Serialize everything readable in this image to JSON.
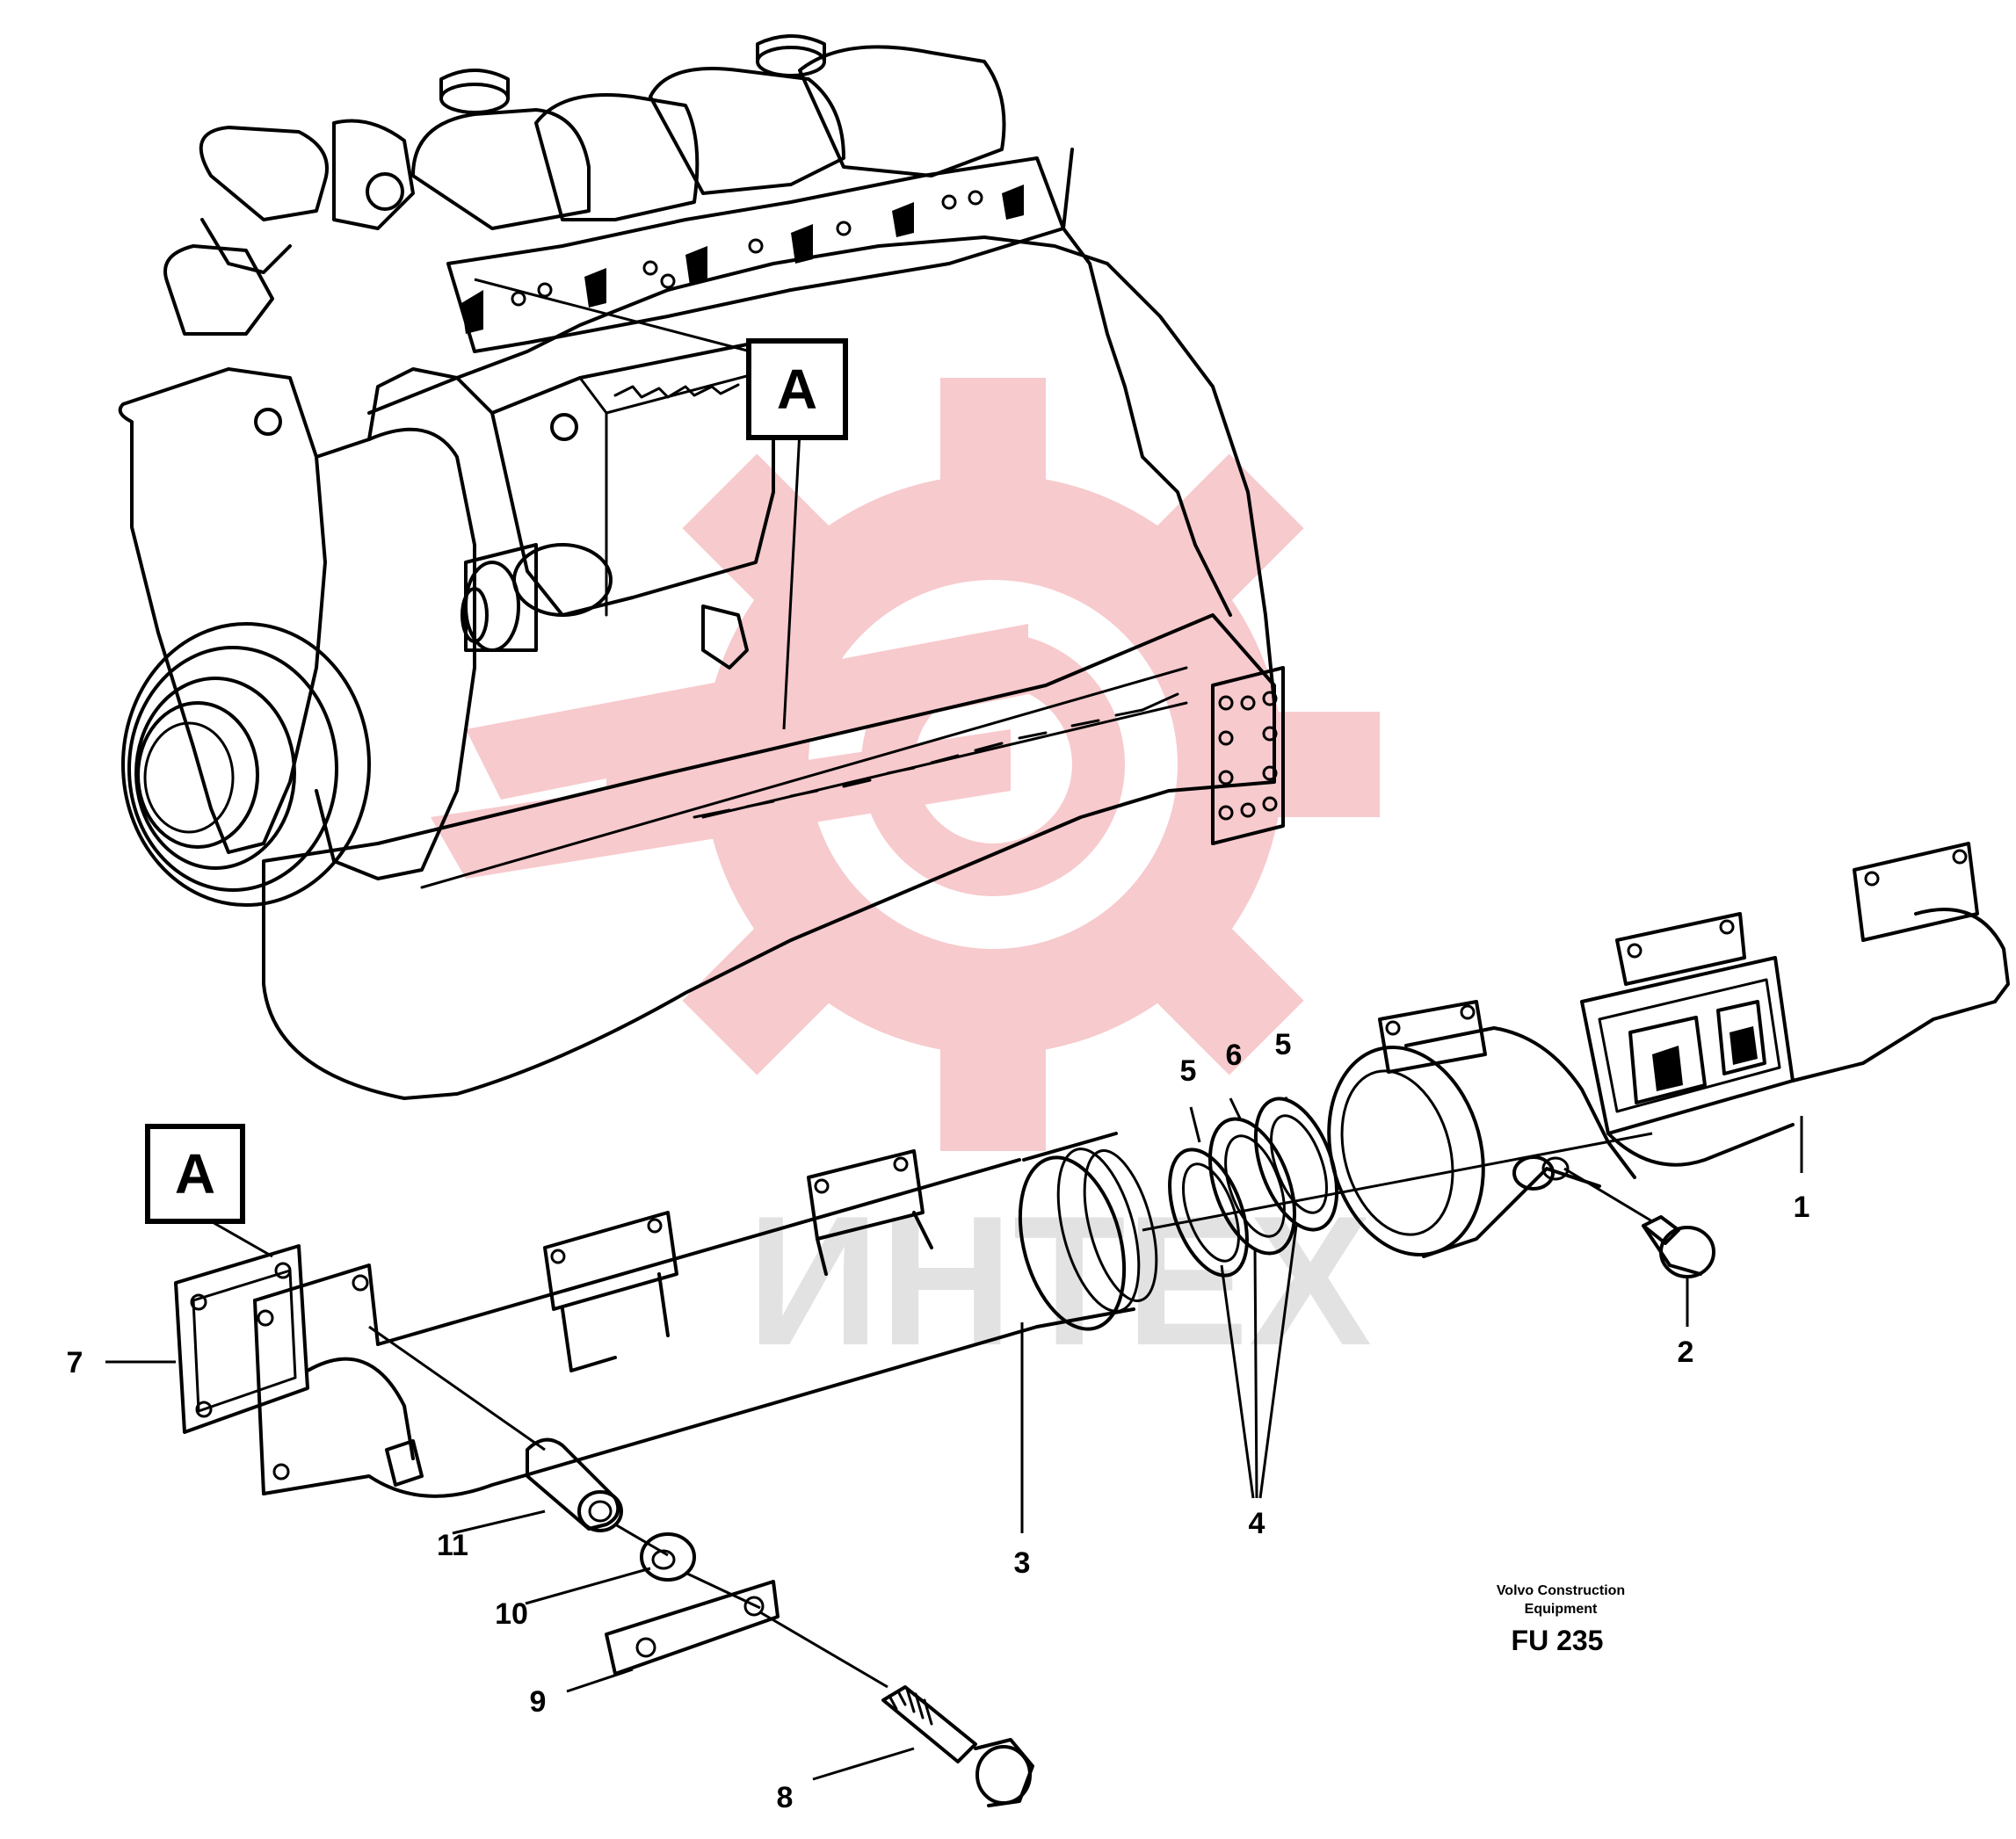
{
  "callouts": {
    "ref_box_top": "A",
    "ref_box_bottom": "A",
    "part_1": "1",
    "part_2": "2",
    "part_3": "3",
    "part_4": "4",
    "part_5a": "5",
    "part_5b": "5",
    "part_6": "6",
    "part_7": "7",
    "part_8": "8",
    "part_9": "9",
    "part_10": "10",
    "part_11": "11"
  },
  "caption": {
    "line1": "Volvo Construction",
    "line2": "Equipment",
    "code": "FU 235"
  },
  "watermark": {
    "text": "ИНТЕХ",
    "color": "#f4b8bd"
  }
}
